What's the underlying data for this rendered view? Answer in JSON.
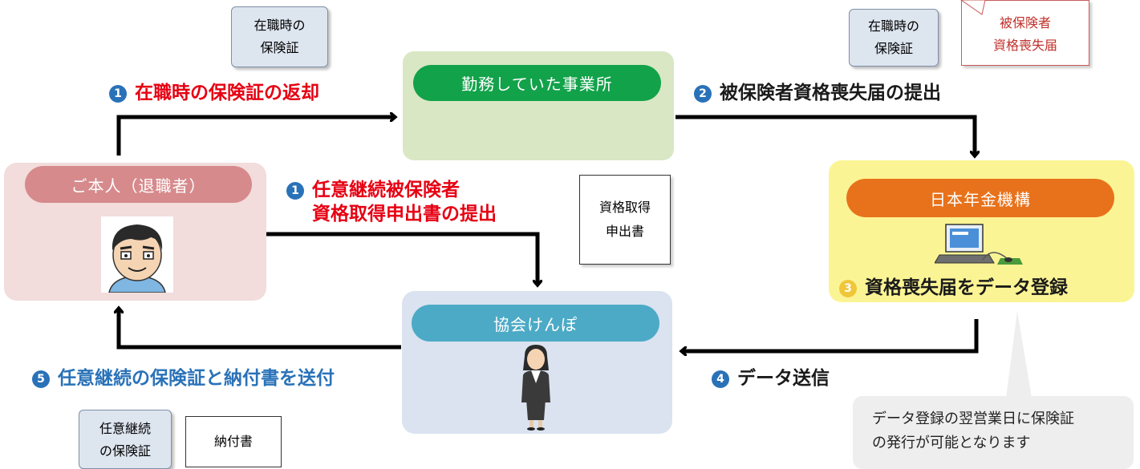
{
  "nodes": {
    "office": "勤務していた事業所",
    "person": "ご本人（退職者）",
    "nenkin": "日本年金機構",
    "kyokai": "協会けんぽ"
  },
  "documents": {
    "insurance_card_1": [
      "在職時の",
      "保険証"
    ],
    "insurance_card_2": [
      "在職時の",
      "保険証"
    ],
    "loss_notice": [
      "被保険者",
      "資格喪失届"
    ],
    "acquisition_form": [
      "資格取得",
      "申出書"
    ],
    "voluntary_card": [
      "任意継続",
      "の保険証"
    ],
    "payment_slip": "納付書"
  },
  "steps": [
    {
      "num": "1",
      "lines": [
        "在職時の保険証の返却"
      ]
    },
    {
      "num": "1",
      "lines": [
        "任意継続被保険者",
        "資格取得申出書の提出"
      ]
    },
    {
      "num": "2",
      "lines": [
        "被保険者資格喪失届の提出"
      ]
    },
    {
      "num": "3",
      "lines": [
        "資格喪失届をデータ登録"
      ]
    },
    {
      "num": "4",
      "lines": [
        "データ送信"
      ]
    },
    {
      "num": "5",
      "lines": [
        "任意継続の保険証と納付書を送付"
      ]
    }
  ],
  "callout": [
    "データ登録の翌営業日に保険証",
    "の発行が可能となります"
  ],
  "colors": {
    "red": "#e60012",
    "blue": "#2a72b8",
    "office_pill": "#12a24a",
    "person_pill": "#d68a8c",
    "nenkin_pill": "#e8721b",
    "kyokai_pill": "#4caac6"
  }
}
